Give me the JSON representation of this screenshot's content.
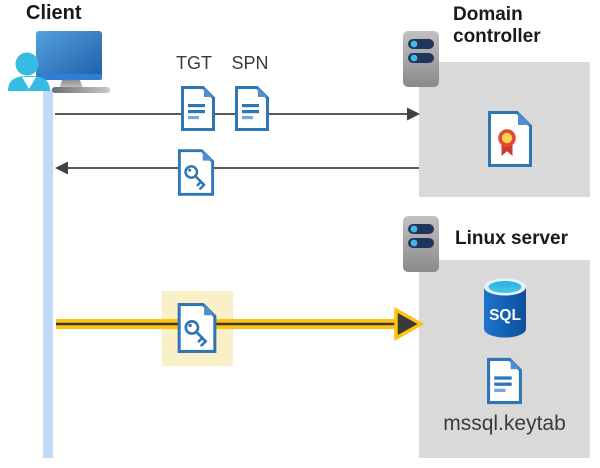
{
  "client": {
    "label": "Client"
  },
  "domain_controller": {
    "label": "Domain controller"
  },
  "linux_server": {
    "label": "Linux server",
    "sql_label": "SQL",
    "keytab_label": "mssql.keytab"
  },
  "messages": {
    "tgt_label": "TGT",
    "spn_label": "SPN"
  },
  "icons": {
    "client": "user-at-computer-icon",
    "domain_controller": "server-icon",
    "linux_server": "server-icon",
    "tgt": "ticket-document-icon",
    "spn": "ticket-document-icon",
    "service_ticket": "key-document-icon",
    "keytab_ticket": "key-document-icon",
    "certificate": "certificate-document-icon",
    "sql": "sql-database-icon",
    "keytab_file": "document-icon"
  },
  "colors": {
    "doc_border_blue": "#2E75B6",
    "doc_fold_blue": "#4E8FD1",
    "doc_line_light_blue": "#6FA8DC",
    "panel_gray": "#D9D9D9",
    "lifeline_blue": "#C1DBF7",
    "highlight_yellow": "#FFC20E",
    "highlight_box_cream": "#FAF0C8",
    "arrow_dark": "#414042",
    "arrow_line_gray": "#58595B",
    "sql_body_blue": "#1262BA",
    "sql_top_cyan": "#35BCE2",
    "person_cyan": "#36BCE2",
    "monitor_blue_dark": "#1D5EA9",
    "monitor_blue_light": "#55A0DC",
    "server_bar_navy": "#21355C",
    "server_dot_cyan": "#45B6E8",
    "award_yellow": "#FFD24A",
    "award_red": "#E0483B",
    "ribbon_red": "#CD3C32"
  }
}
